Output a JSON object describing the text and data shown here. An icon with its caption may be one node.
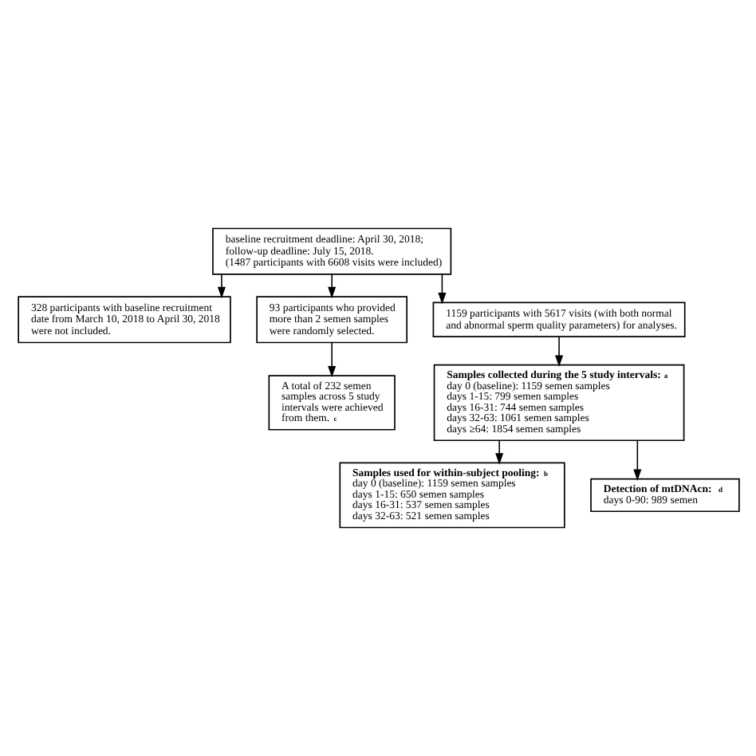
{
  "diagram": {
    "nodes": [
      {
        "text": [
          "baseline recruitment deadline: April 30, 2018;",
          "follow-up deadline: July 15, 2018.",
          "(1487 participants with 6608 visits were included)"
        ]
      },
      {
        "text": [
          "328 participants with baseline recruitment date from March 10, 2018 to April 30, 2018 were not included."
        ]
      },
      {
        "text": [
          "93 participants who provided more than 2 semen samples were randomly selected."
        ]
      },
      {
        "text": [
          "1159 participants with 5617 visits (with both normal and abnormal sperm quality parameters) for analyses."
        ]
      },
      {
        "text": [
          "**Samples collected during the 5 study intervals:** $^{a}$",
          "day 0 (baseline): 1159 semen samples",
          "days 1-15: 799 semen samples",
          "days 16-31: 744 semen samples",
          "days 32-63: 1061 semen samples",
          "days ≥64: 1854 semen samples"
        ]
      },
      {
        "text": [
          "A total of 232 semen samples across 5 study intervals were achieved from them. $^{c}$"
        ]
      },
      {
        "text": [
          "**Samples used for within-subject pooling:** $^{b}$",
          "day 0 (baseline): 1159 semen samples",
          "days 1-15: 650 semen samples",
          "days 16-31: 537 semen samples",
          "days 32-63: 521 semen samples"
        ]
      },
      {
        "text": [
          "**Detection of mtDNAcn:** $^{d}$",
          "days 0-90: 989 semen"
        ]
      }
    ],
    "edges": [
      {
        "from": 0,
        "to": 1,
        "arrow": "to"
      },
      {
        "from": 0,
        "to": 3,
        "arrow": "to"
      },
      {
        "from": 0,
        "to": 2,
        "arrow": "to"
      },
      {
        "from": 2,
        "to": 5,
        "arrow": "to"
      },
      {
        "from": 3,
        "to": 4,
        "arrow": "to"
      },
      {
        "from": 4,
        "to": 6,
        "arrow": "to"
      },
      {
        "from": 4,
        "to": 7,
        "arrow": "to"
      }
    ]
  }
}
